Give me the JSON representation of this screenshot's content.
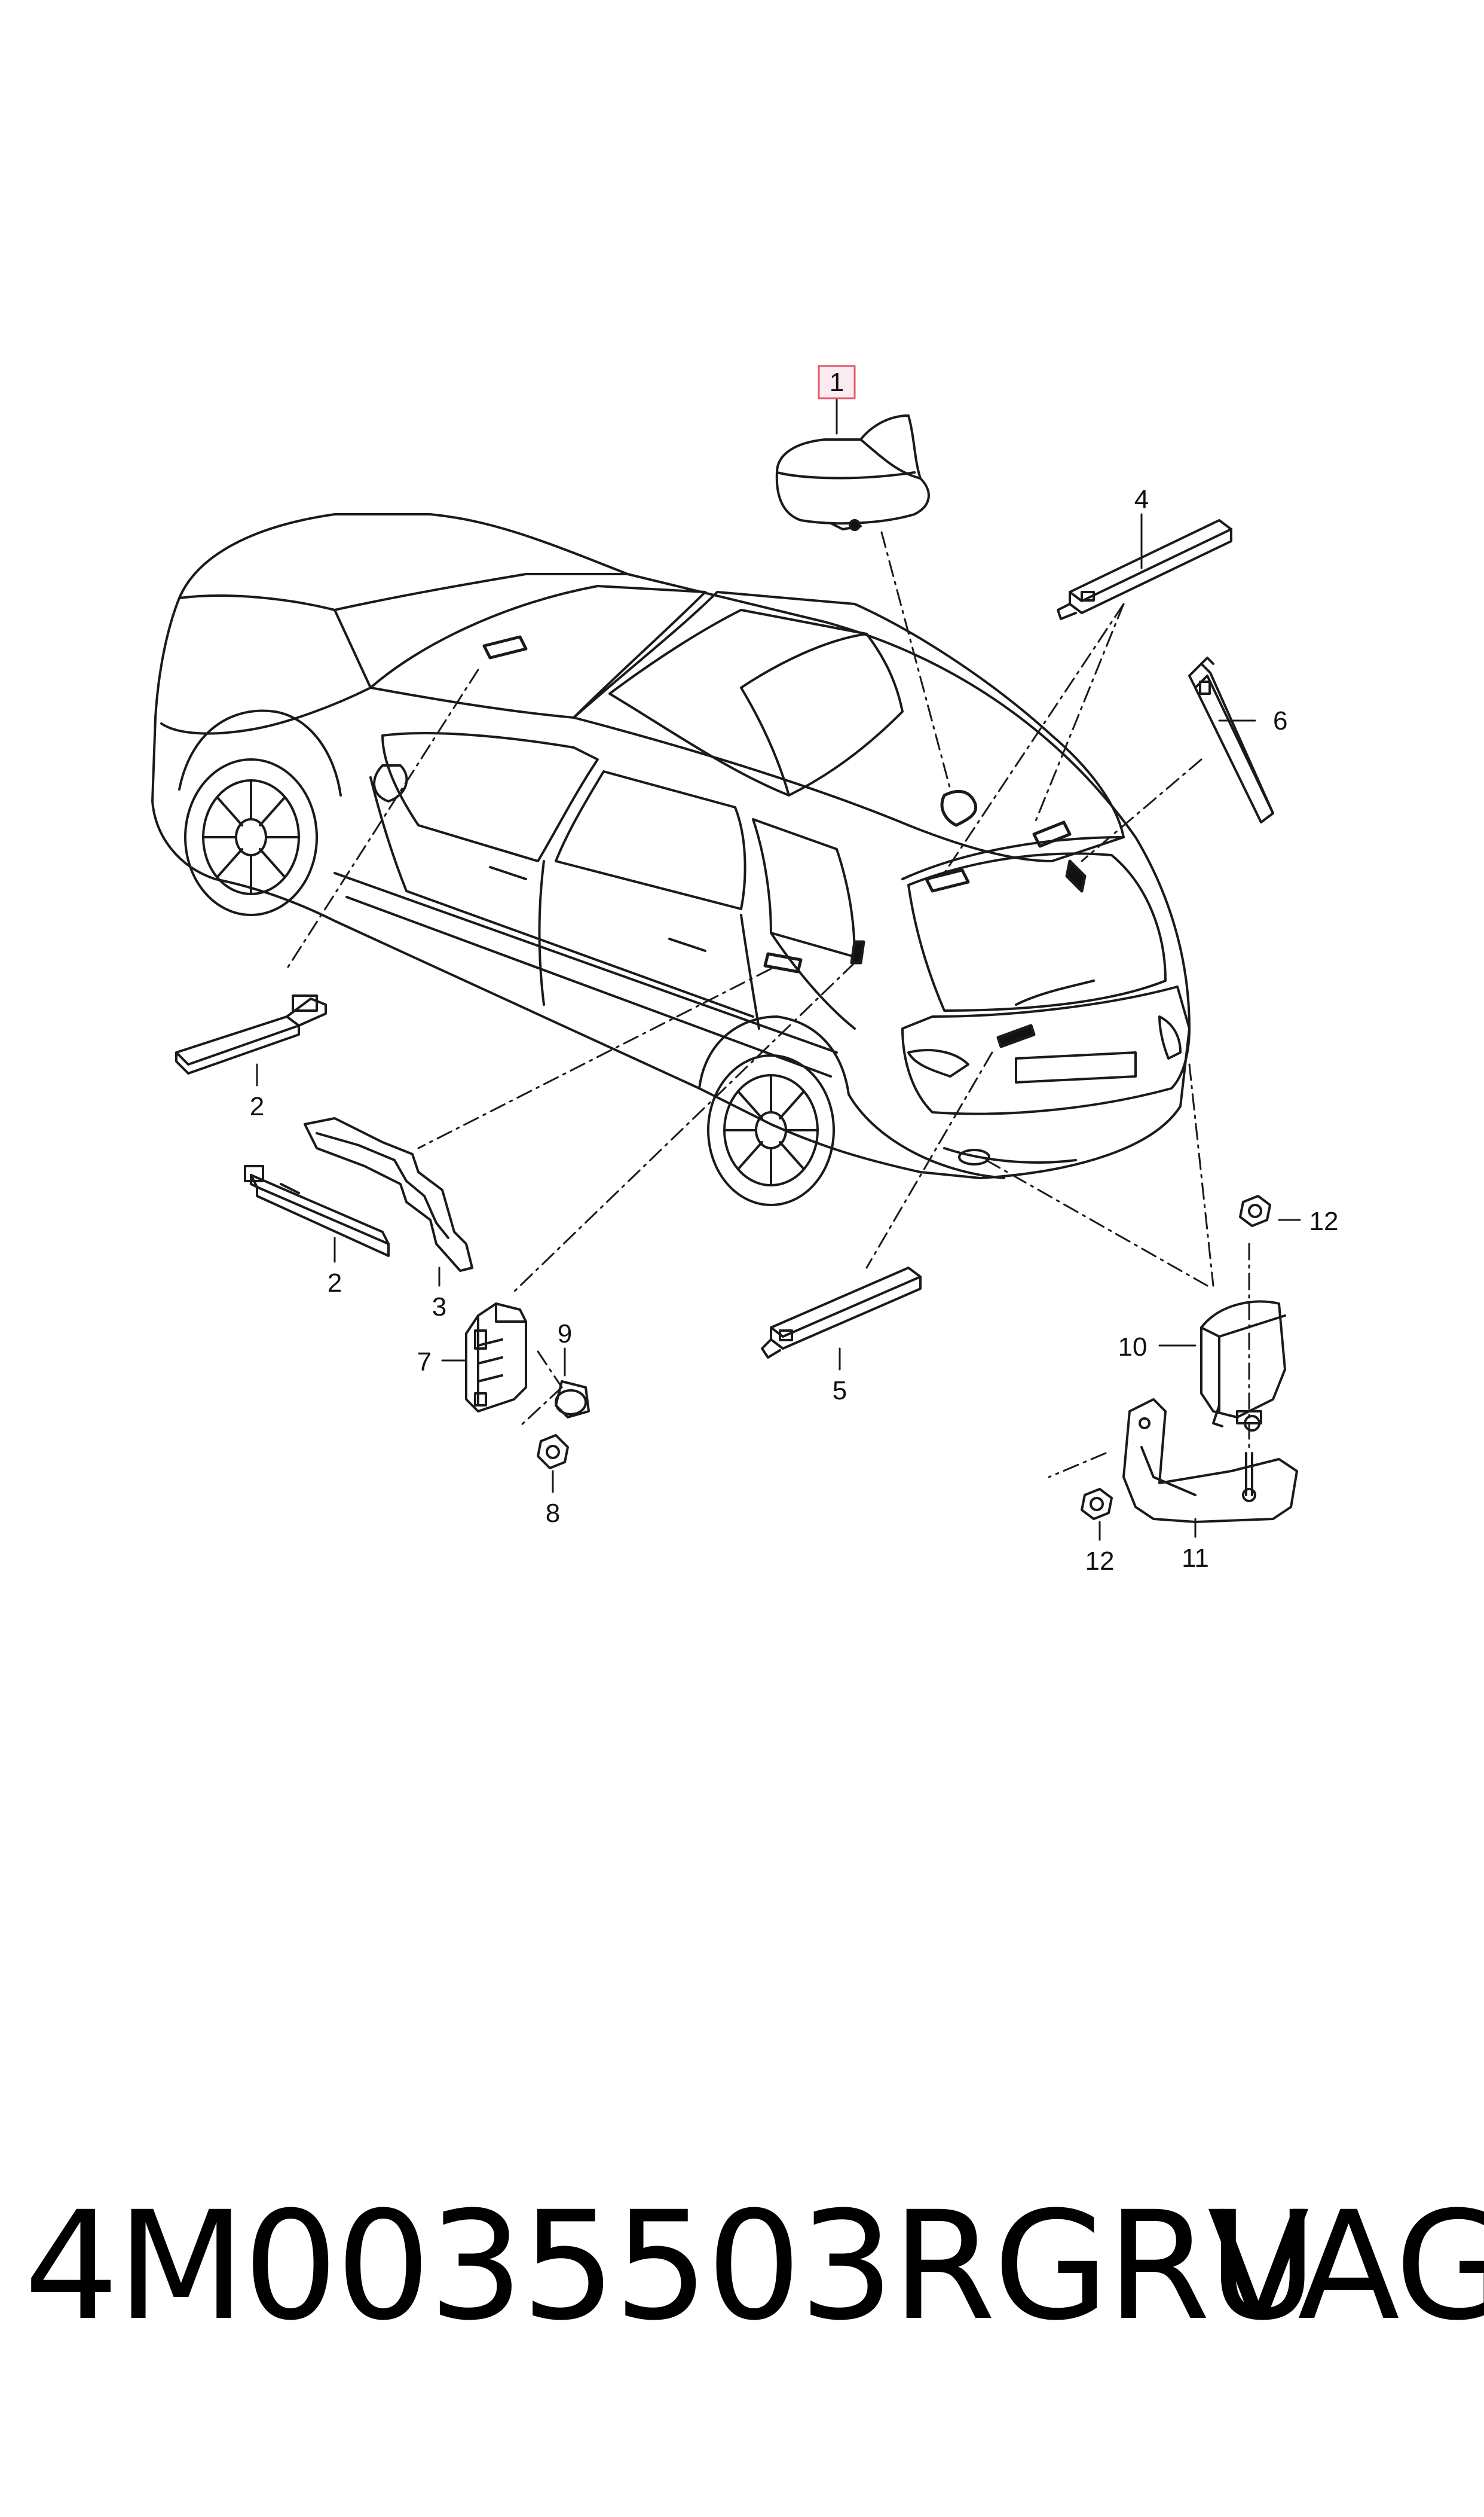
{
  "diagram": {
    "callouts": {
      "c1": "1",
      "c2a": "2",
      "c2b": "2",
      "c3": "3",
      "c4": "4",
      "c5": "5",
      "c6": "6",
      "c7": "7",
      "c8": "8",
      "c9": "9",
      "c10": "10",
      "c11": "11",
      "c12a": "12",
      "c12b": "12"
    },
    "highlight_color": "#e05a6a"
  },
  "footer": {
    "part_number": "4M0035503RGRU",
    "brand": "VAG"
  }
}
